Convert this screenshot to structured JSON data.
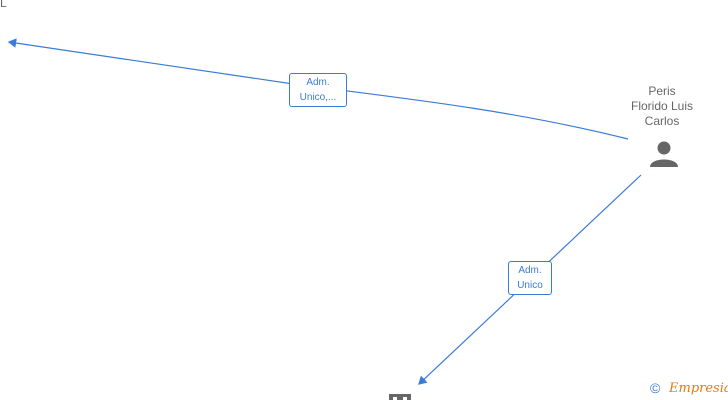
{
  "nodes": {
    "person": {
      "name_line1": "Peris",
      "name_line2": "Florido Luis",
      "name_line3": "Carlos"
    },
    "top_left_fragment": "L"
  },
  "edges": [
    {
      "label_line1": "Adm.",
      "label_line2": "Unico,..."
    },
    {
      "label_line1": "Adm.",
      "label_line2": "Unico"
    }
  ],
  "footer": {
    "copyright": "©",
    "brand": "Empresia"
  },
  "colors": {
    "edge": "#3a7bd5",
    "node_icon": "#666666",
    "brand": "#e07b1a"
  }
}
